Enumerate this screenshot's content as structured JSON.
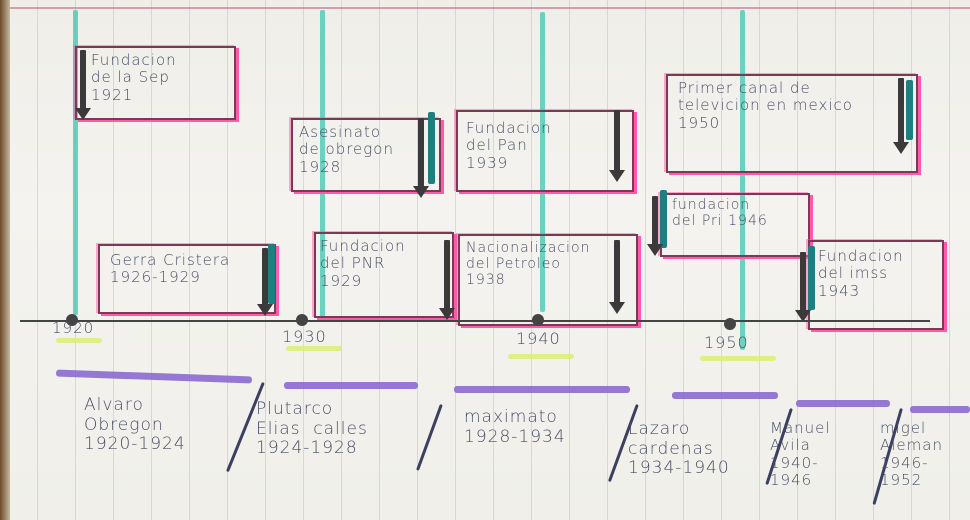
{
  "photo": {
    "description_colors": {
      "paper": "#f1f0eb",
      "ink": "#4a4f66",
      "pink": "#ff5aa8",
      "teal": "#3fc7b0",
      "purple": "#8a6ad0",
      "highlight": "#d8f06a"
    },
    "upper_events": [
      {
        "text": "Fundacion\nde la Sep\n1921"
      },
      {
        "text": "Asesinato\nde obregon\n1928"
      },
      {
        "text": "Fundacion\ndel Pan\n1939"
      },
      {
        "text": "Primer canal de\ntelevicion en mexico\n1950"
      }
    ],
    "lower_events": [
      {
        "text": "Gerra Cristera\n1926-1929"
      },
      {
        "text": "Fundacion\ndel PNR\n1929"
      },
      {
        "text": "Nacionalizacion\ndel Petroleo\n1938"
      },
      {
        "text": "fundacion\ndel Pri 1946"
      },
      {
        "text": "Fundacion\ndel imss\n1943"
      }
    ],
    "axis_labels": [
      "1920",
      "1930",
      "1940",
      "1950"
    ],
    "presidents": [
      {
        "text": "Alvaro\nObregon\n1920-1924"
      },
      {
        "text": "Plutarco\nElias  calles\n1924-1928"
      },
      {
        "text": "maximato\n1928-1934"
      },
      {
        "text": "Lazaro\ncardenas\n1934-1940"
      },
      {
        "text": "Manuel\nAvila\n1940-\n1946"
      },
      {
        "text": "migel\nAleman\n1946-\n1952"
      }
    ]
  }
}
